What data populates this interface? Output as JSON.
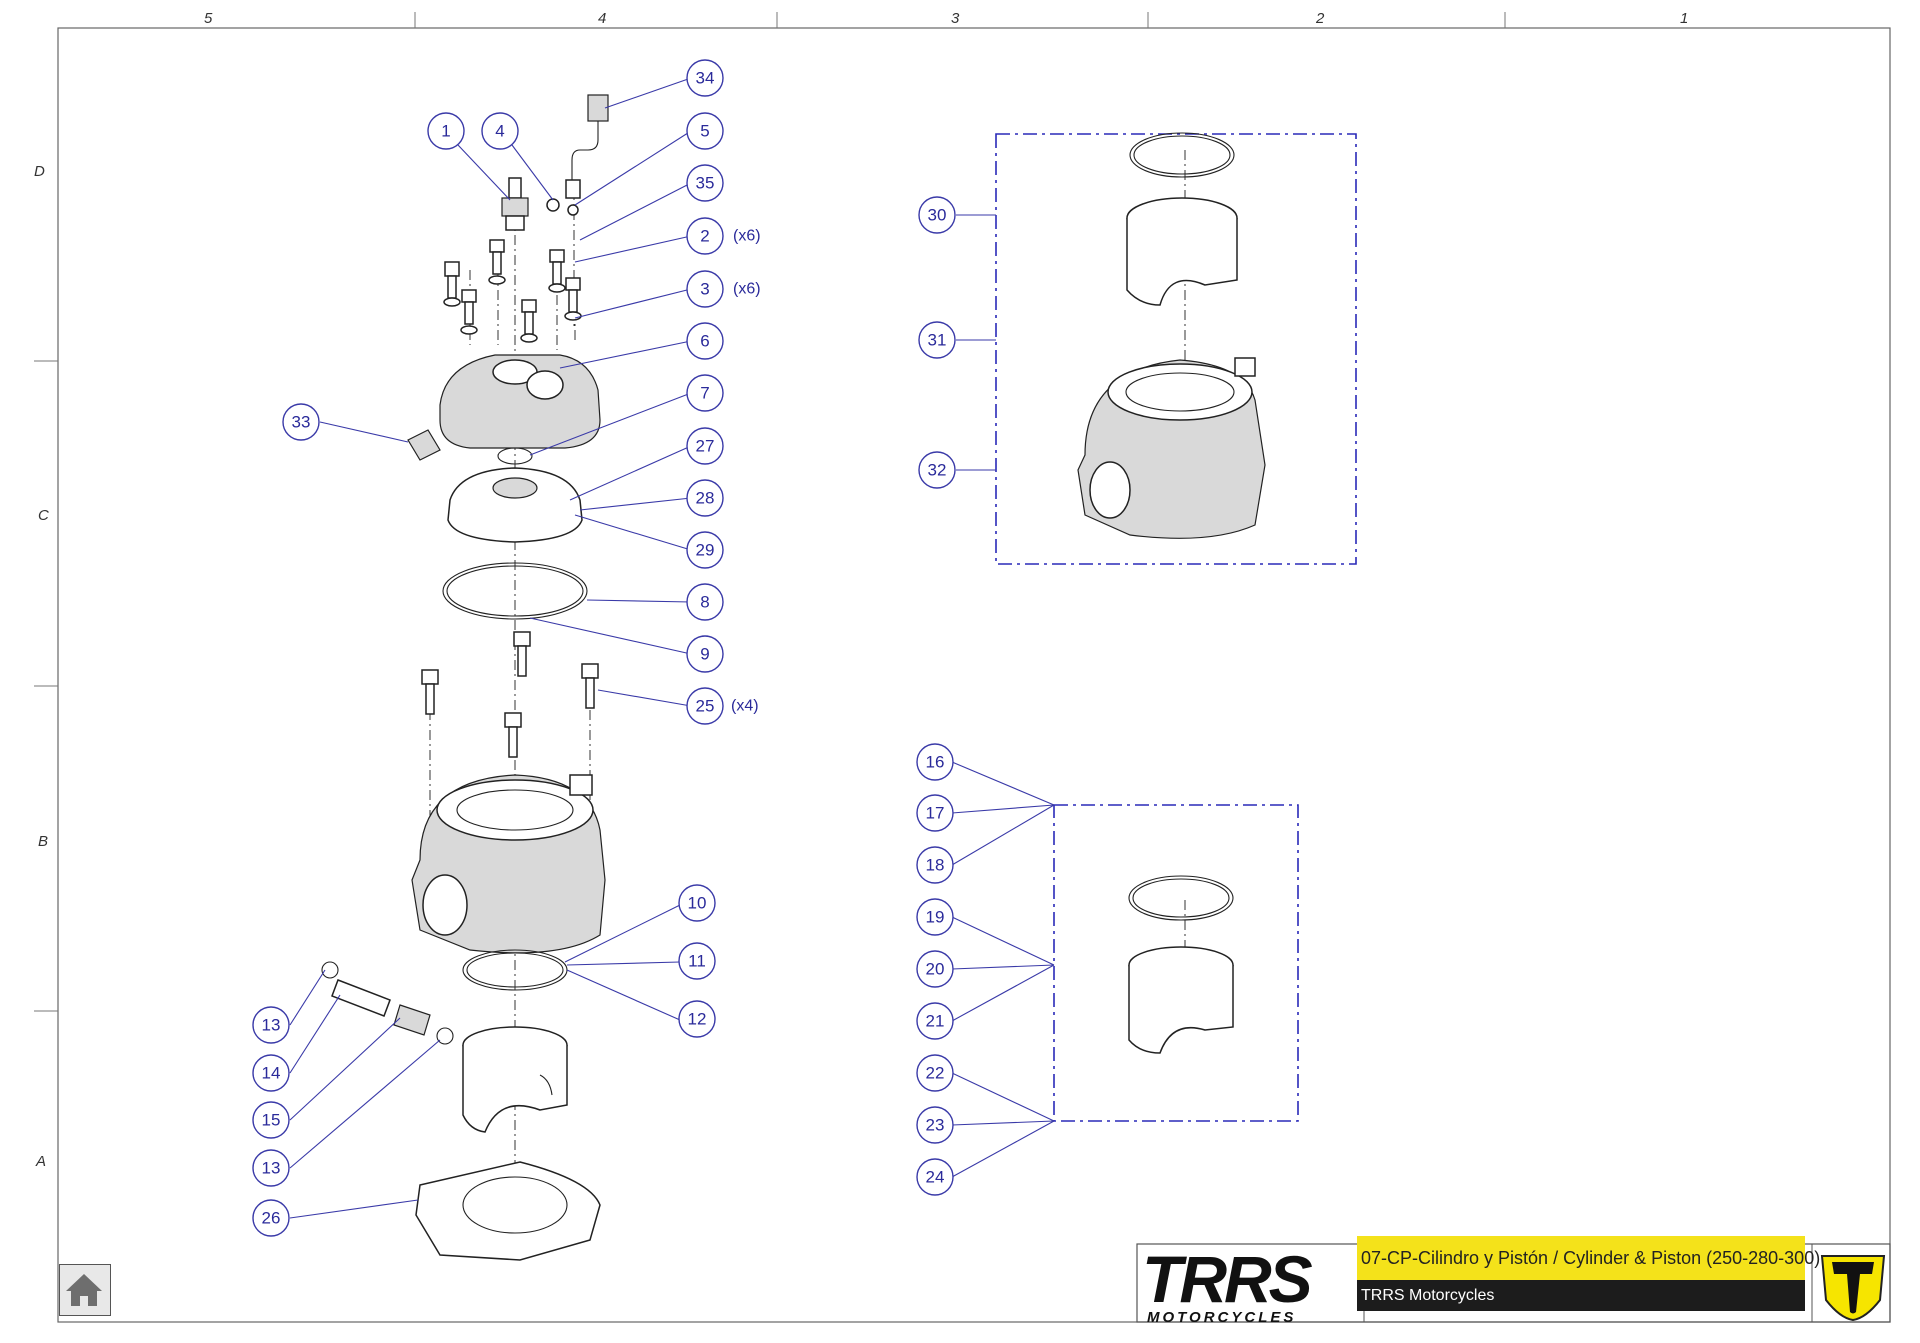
{
  "zones": {
    "columns": [
      "5",
      "4",
      "3",
      "2",
      "1"
    ],
    "rows": [
      "D",
      "C",
      "B",
      "A"
    ]
  },
  "callouts": [
    "1",
    "2",
    "3",
    "4",
    "5",
    "6",
    "7",
    "8",
    "9",
    "10",
    "11",
    "12",
    "13",
    "13",
    "14",
    "15",
    "16",
    "17",
    "18",
    "19",
    "20",
    "21",
    "22",
    "23",
    "24",
    "25",
    "26",
    "27",
    "28",
    "29",
    "30",
    "31",
    "32",
    "33",
    "34",
    "35"
  ],
  "quantities": {
    "q2": "(x6)",
    "q3": "(x6)",
    "q25": "(x4)"
  },
  "title_block": {
    "logo_text": "TRRS",
    "logo_subtext": "MOTORCYCLES",
    "drawing_title": "07-CP-Cilindro y Pistón / Cylinder & Piston (250-280-300)",
    "company": "TRRS Motorcycles"
  },
  "colors": {
    "callout": "#2a2a9a",
    "kit_box": "#2a2ab8",
    "title_yellow": "#f4e21a",
    "title_dark": "#1c1c1c",
    "brand_yellow": "#f6e500"
  },
  "icons": {
    "home": "home-icon"
  }
}
